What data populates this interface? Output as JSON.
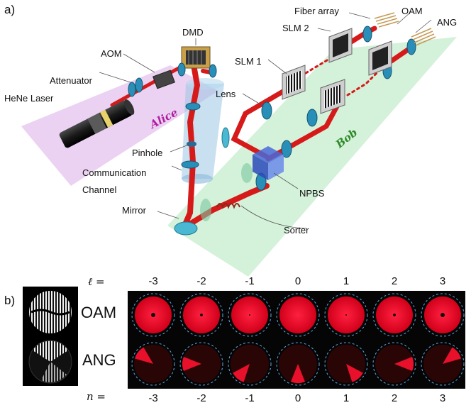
{
  "panel_a": {
    "letter": "a)",
    "labels": {
      "fiber_array": "Fiber array",
      "oam": "OAM",
      "ang": "ANG",
      "slm2": "SLM 2",
      "dmd": "DMD",
      "slm1": "SLM 1",
      "aom": "AOM",
      "attenuator": "Attenuator",
      "lens": "Lens",
      "hene_laser": "HeNe Laser",
      "alice": "Alice",
      "bob": "Bob",
      "pinhole": "Pinhole",
      "communication_line1": "Communication",
      "communication_line2": "Channel",
      "npbs": "NPBS",
      "mirror": "Mirror",
      "sorter": "Sorter"
    },
    "colors": {
      "alice_plane": "#e7c9f0",
      "bob_plane": "#cdeed3",
      "beam": "#d61a1a",
      "optic_blue": "#2a8fb8",
      "alice_text": "#b020a0",
      "bob_text": "#2f8a2a"
    }
  },
  "panel_b": {
    "letter": "b)",
    "ell_symbol": "ℓ =",
    "n_symbol": "n =",
    "ell_values": [
      "-3",
      "-2",
      "-1",
      "0",
      "1",
      "2",
      "3"
    ],
    "n_values": [
      "-3",
      "-2",
      "-1",
      "0",
      "1",
      "2",
      "3"
    ],
    "row_labels": {
      "oam": "OAM",
      "ang": "ANG"
    },
    "oam_dot_size": [
      3,
      2,
      1,
      0,
      1,
      2,
      3
    ],
    "ang_sector_angle_deg": [
      -128,
      -90,
      -40,
      0,
      40,
      90,
      128
    ],
    "colors": {
      "spot": "#e8102a",
      "dashed_circle": "#5fa8e6"
    }
  }
}
